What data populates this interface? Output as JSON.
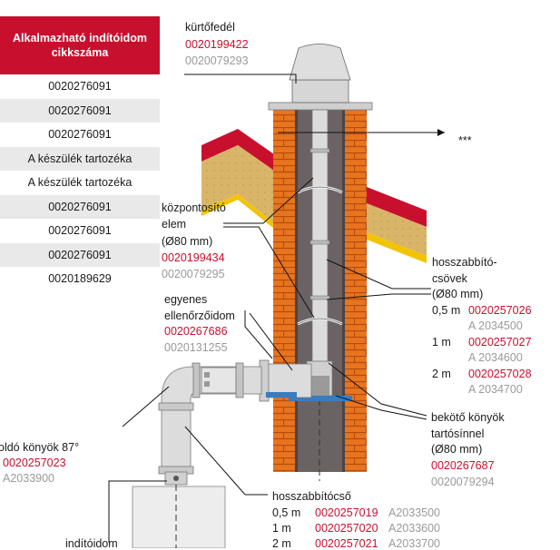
{
  "table": {
    "header_line1": "Alkalmazható indítóidom",
    "header_line2": "cikkszáma",
    "rows": [
      "0020276091",
      "0020276091",
      "0020276091",
      "A készülék tartozéka",
      "A készülék tartozéka",
      "0020276091",
      "0020276091",
      "0020276091",
      "0020189629"
    ]
  },
  "cap": {
    "name": "kürtőfedél",
    "code_red": "0020199422",
    "code_grey": "0020079293"
  },
  "stars": "***",
  "centering": {
    "line1": "központosító",
    "line2": "elem",
    "line3": "(Ø80 mm)",
    "code_red": "0020199434",
    "code_grey": "0020079295"
  },
  "inspection": {
    "line1": "egyenes",
    "line2": "ellenőrzőidom",
    "code_red": "0020267686",
    "code_grey": "0020131255"
  },
  "extensions": {
    "line1": "hosszabbító-",
    "line2": "csövek",
    "line3": "(Ø80 mm)",
    "items": [
      {
        "len": "0,5 m",
        "code_red": "0020257026",
        "code_grey": "A 2034500"
      },
      {
        "len": "1 m",
        "code_red": "0020257027",
        "code_grey": "A 2034600"
      },
      {
        "len": "2 m",
        "code_red": "0020257028",
        "code_grey": "A 2034700"
      }
    ]
  },
  "elbow_rail": {
    "line1": "bekötő könyök",
    "line2": "tartósínnel",
    "line3": "(Ø80 mm)",
    "code_red": "0020267687",
    "code_grey": "0020079294"
  },
  "elbow87": {
    "name": "oldó könyök 87°",
    "code_red": "0020257023",
    "code_grey": "A2033900"
  },
  "ext_pipe": {
    "name": "hosszabbítócső",
    "items": [
      {
        "len": "0,5 m",
        "code_red": "0020257019",
        "code_grey": "A2033500"
      },
      {
        "len": "1 m",
        "code_red": "0020257020",
        "code_grey": "A2033600"
      },
      {
        "len": "2 m",
        "code_red": "0020257021",
        "code_grey": "A2033700"
      }
    ]
  },
  "starter": {
    "name": "indítóidom"
  },
  "colors": {
    "brand_red": "#c8102e",
    "brick": "#e8741e",
    "flue_dark": "#6b6363",
    "pipe": "#d9d9d9",
    "roof_tan": "#d9b56a",
    "bracket_blue": "#3b7bbf"
  }
}
